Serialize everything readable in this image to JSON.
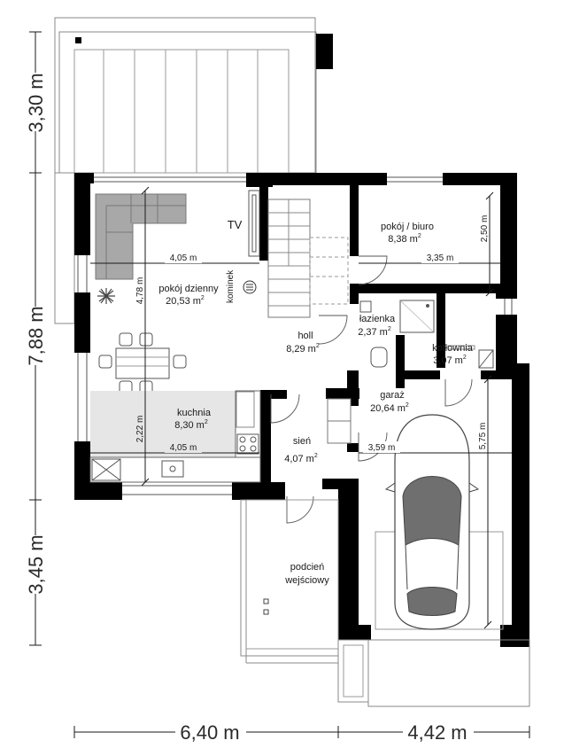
{
  "rooms": {
    "living": {
      "name": "pokój dzienny",
      "area": "20,53 m",
      "sup": "2"
    },
    "office": {
      "name": "pokój / biuro",
      "area": "8,38 m",
      "sup": "2"
    },
    "bathroom": {
      "name": "łazienka",
      "area": "2,37 m",
      "sup": "2"
    },
    "hall": {
      "name": "holl",
      "area": "8,29 m",
      "sup": "2"
    },
    "boiler": {
      "name": "kotłownia",
      "area": "3,07 m",
      "sup": "2"
    },
    "kitchen": {
      "name": "kuchnia",
      "area": "8,30 m",
      "sup": "2"
    },
    "garage": {
      "name": "garaż",
      "area": "20,64 m",
      "sup": "2"
    },
    "vestibule": {
      "name": "sień",
      "area": "4,07 m",
      "sup": "2"
    },
    "porch": {
      "name_line1": "podcień",
      "name_line2": "wejściowy"
    }
  },
  "labels": {
    "tv": "TV",
    "fireplace": "kominek"
  },
  "inner_dimensions": {
    "living_width": "4,05 m",
    "living_depth": "4,78 m",
    "office_width": "3,35 m",
    "office_depth": "2,50 m",
    "kitchen_width": "4,05 m",
    "kitchen_depth": "2,22 m",
    "garage_width": "3,59 m",
    "garage_depth": "5,75 m"
  },
  "outer_dimensions": {
    "left_top": "3,30 m",
    "left_middle": "7,88 m",
    "left_bottom": "3,45 m",
    "bottom_left": "6,40 m",
    "bottom_right": "4,42 m"
  },
  "colors": {
    "wall": "#000000",
    "kitchen_floor": "#e6e6e6",
    "sofa": "#a8a8a8"
  }
}
